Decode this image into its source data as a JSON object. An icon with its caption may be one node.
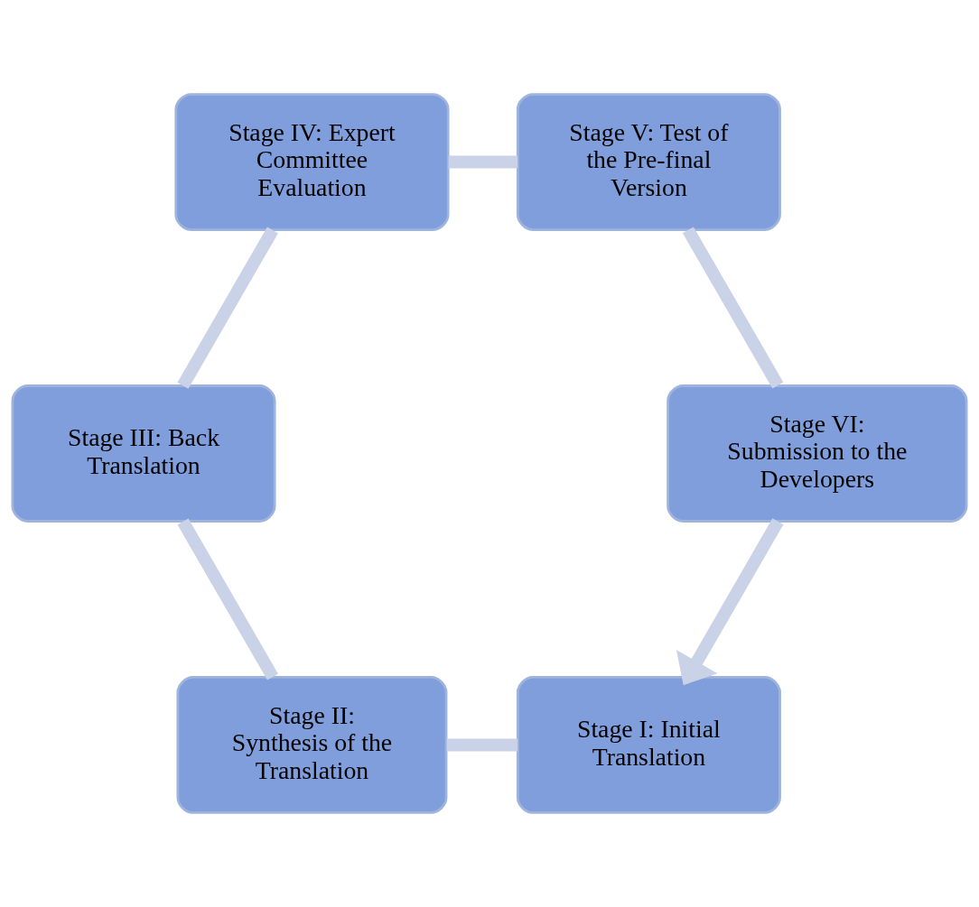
{
  "diagram": {
    "nodes": [
      {
        "text": [
          "Stage I: Initial Translation"
        ]
      },
      {
        "text": [
          "Stage II: Synthesis of the Translation"
        ]
      },
      {
        "text": [
          "Stage III: Back Translation"
        ]
      },
      {
        "text": [
          "Stage IV: Expert Committee Evaluation"
        ]
      },
      {
        "text": [
          "Stage V: Test of the Pre-final Version"
        ]
      },
      {
        "text": [
          "Stage VI: Submission to the Developers"
        ]
      }
    ],
    "edges": [
      {
        "from": 0,
        "to": 1,
        "arrow": "none"
      },
      {
        "from": 1,
        "to": 2,
        "arrow": "none"
      },
      {
        "from": 2,
        "to": 3,
        "arrow": "none"
      },
      {
        "from": 3,
        "to": 4,
        "arrow": "none"
      },
      {
        "from": 4,
        "to": 5,
        "arrow": "none"
      },
      {
        "from": 5,
        "to": 0,
        "arrow": "to"
      }
    ]
  }
}
